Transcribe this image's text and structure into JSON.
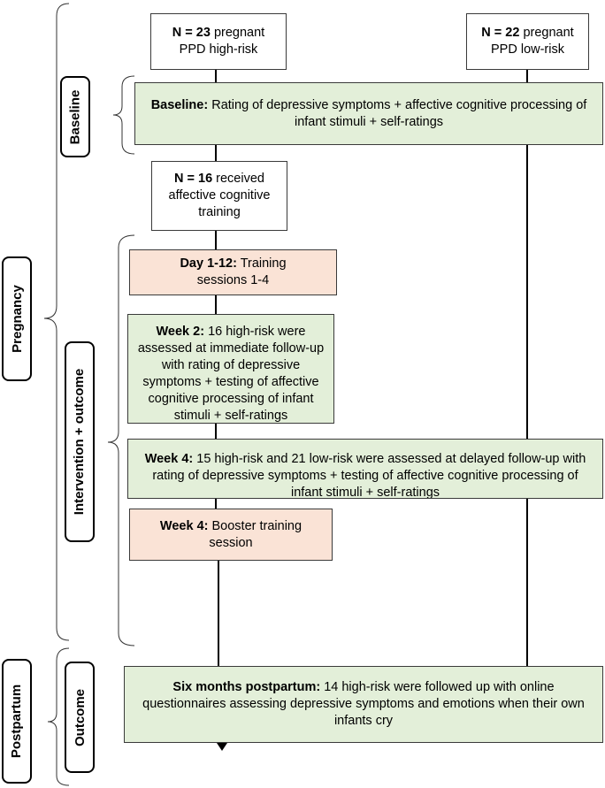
{
  "boxes": {
    "high_risk": {
      "bold": "N = 23",
      "text": " pregnant PPD high-risk"
    },
    "low_risk": {
      "bold": "N = 22",
      "text": " pregnant PPD low-risk"
    },
    "baseline": {
      "bold": "Baseline:",
      "text": " Rating of depressive symptoms + affective cognitive processing of infant stimuli + self-ratings"
    },
    "received_training": {
      "bold": "N = 16",
      "text": " received affective cognitive training"
    },
    "day_training": {
      "bold": "Day 1-12:",
      "text": " Training sessions 1-4"
    },
    "week2": {
      "bold": "Week 2:",
      "text": " 16 high-risk were assessed at immediate follow-up with rating of depressive symptoms + testing of affective cognitive processing of infant stimuli + self-ratings"
    },
    "week4_assessed": {
      "bold": "Week 4:",
      "text": " 15 high-risk and 21 low-risk were assessed at delayed follow-up with rating of depressive symptoms + testing of affective cognitive processing of infant stimuli + self-ratings"
    },
    "week4_booster": {
      "bold": "Week 4:",
      "text": " Booster training session"
    },
    "six_months": {
      "bold": "Six months postpartum:",
      "text": " 14 high-risk were followed up with online questionnaires assessing depressive symptoms and emotions when their own infants cry"
    }
  },
  "labels": {
    "pregnancy": "Pregnancy",
    "postpartum": "Postpartum",
    "baseline": "Baseline",
    "intervention_outcome": "Intervention + outcome",
    "outcome": "Outcome"
  }
}
